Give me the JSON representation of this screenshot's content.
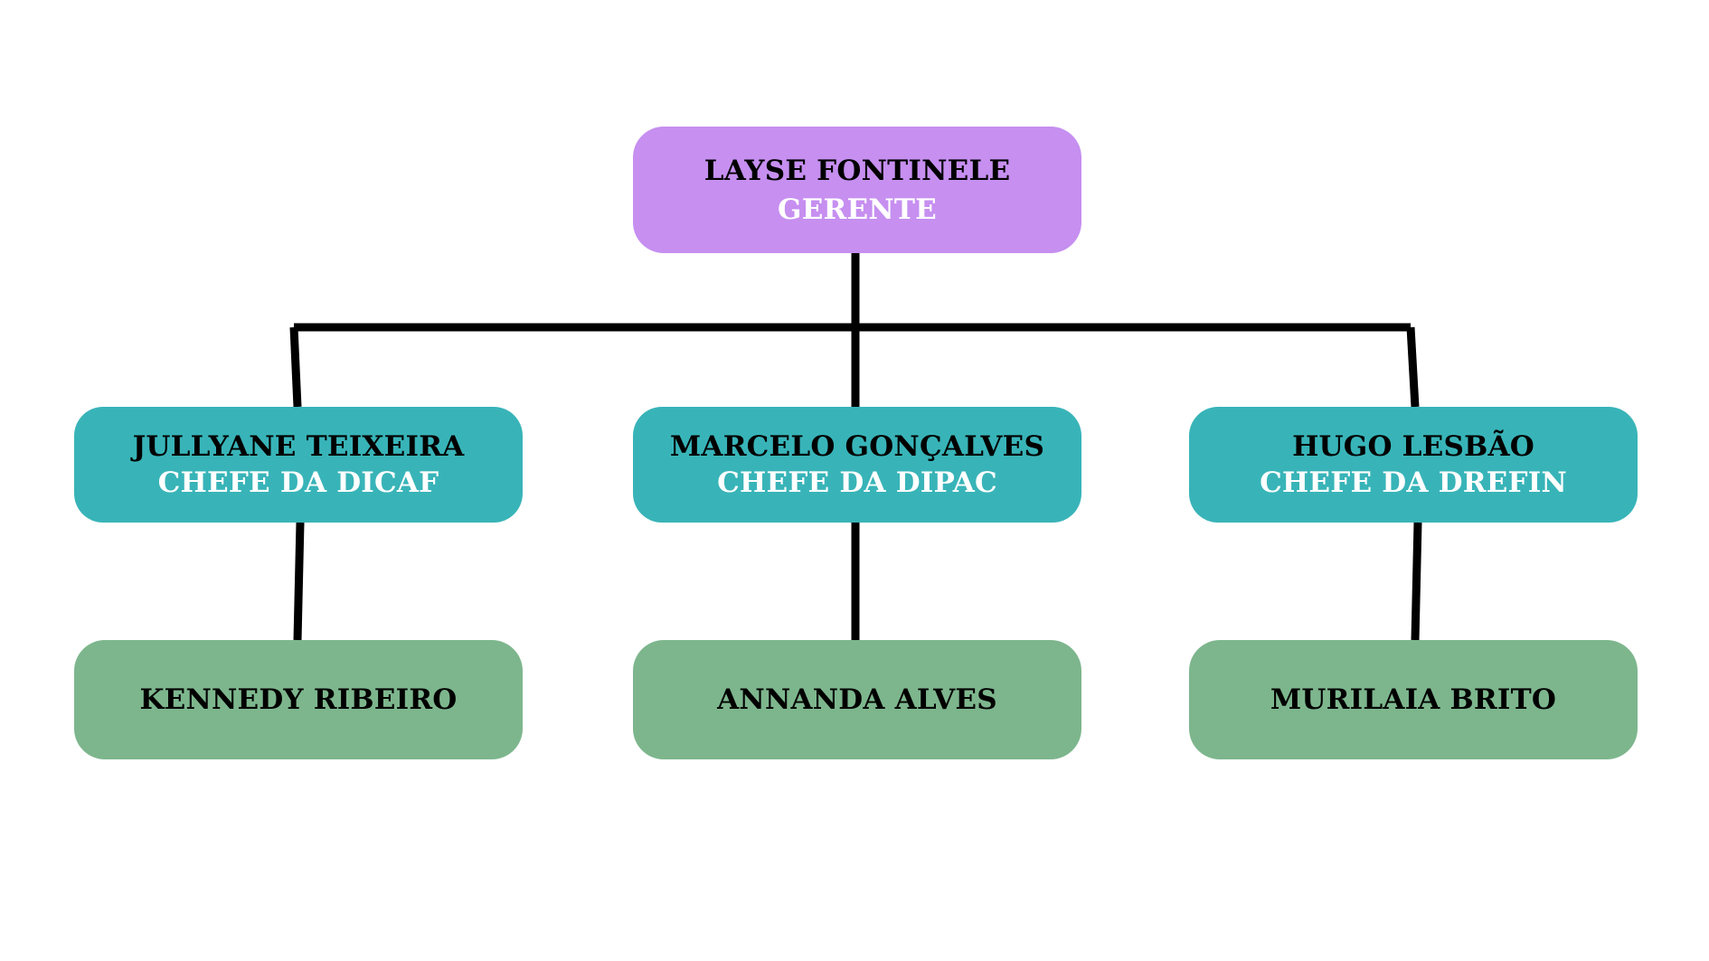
{
  "diagram": {
    "type": "organization-chart",
    "orientation": "top-down",
    "background_color": "#ffffff",
    "connector_color": "#000000",
    "levels": [
      {
        "level": 0,
        "role_type": "manager",
        "box_color": "#c68ff0",
        "name_color": "#000000",
        "role_color": "#ffffff"
      },
      {
        "level": 1,
        "role_type": "chief",
        "box_color": "#38b4b8",
        "name_color": "#000000",
        "role_color": "#ffffff"
      },
      {
        "level": 2,
        "role_type": "staff",
        "box_color": "#7db68d",
        "name_color": "#000000",
        "role_color": "#ffffff"
      }
    ]
  },
  "root": {
    "name": "LAYSE FONTINELE",
    "role": "GERENTE"
  },
  "branches": [
    {
      "chief": {
        "name": "JULLYANE TEIXEIRA",
        "role": "CHEFE DA DICAF"
      },
      "staff": {
        "name": "KENNEDY RIBEIRO"
      }
    },
    {
      "chief": {
        "name": "MARCELO GONÇALVES",
        "role": "CHEFE DA DIPAC"
      },
      "staff": {
        "name": "ANNANDA ALVES"
      }
    },
    {
      "chief": {
        "name": "HUGO LESBÃO",
        "role": "CHEFE DA DREFIN"
      },
      "staff": {
        "name": "MURILAIA BRITO"
      }
    }
  ]
}
